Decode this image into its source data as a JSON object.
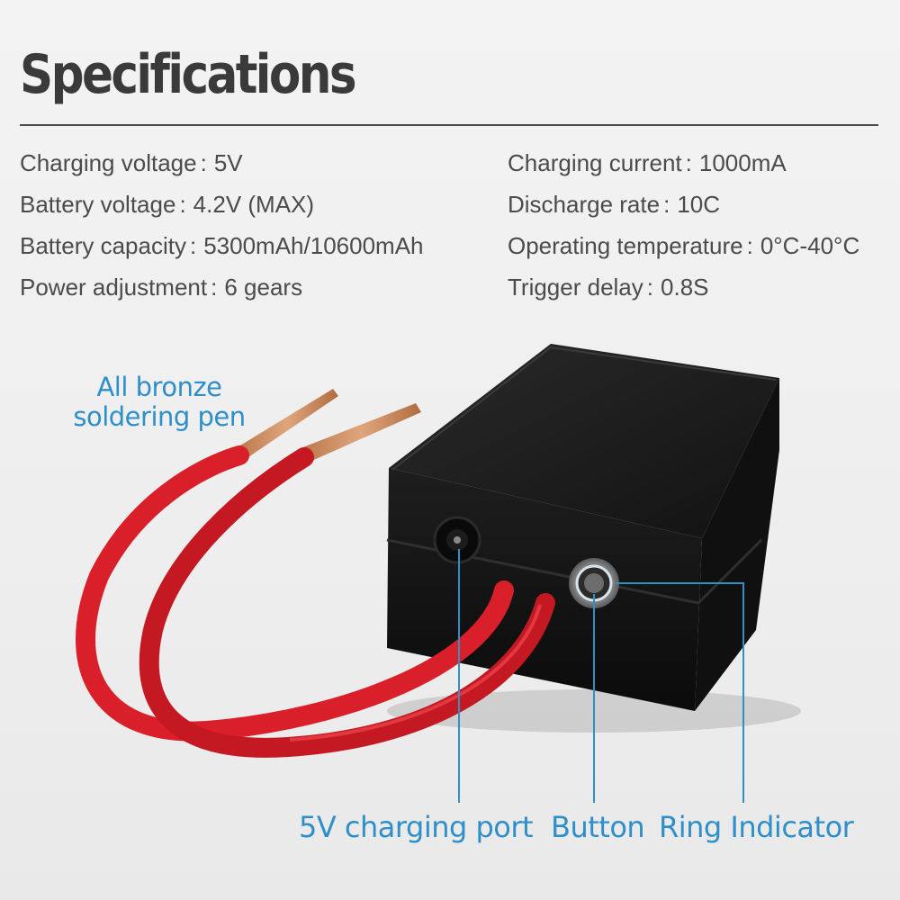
{
  "title": "Specifications",
  "specs_left": [
    {
      "label": "Charging voltage",
      "value": "5V"
    },
    {
      "label": "Battery voltage",
      "value": "4.2V (MAX)"
    },
    {
      "label": "Battery capacity",
      "value": "5300mAh/10600mAh"
    },
    {
      "label": "Power adjustment",
      "value": "6 gears"
    }
  ],
  "specs_right": [
    {
      "label": "Charging current",
      "value": "1000mA"
    },
    {
      "label": "Discharge rate",
      "value": "10C"
    },
    {
      "label": "Operating temperature",
      "value": "0°C-40°C"
    },
    {
      "label": "Trigger delay",
      "value": "0.8S"
    }
  ],
  "separator": ":",
  "callouts": {
    "pen_line1": "All bronze",
    "pen_line2": "soldering pen",
    "charging_port": "5V charging port",
    "button": "Button",
    "ring_indicator": "Ring Indicator"
  },
  "colors": {
    "callout": "#2e8fc9",
    "cable": "#d81f2a",
    "case": "#151515",
    "copper": "#c98a5a"
  }
}
